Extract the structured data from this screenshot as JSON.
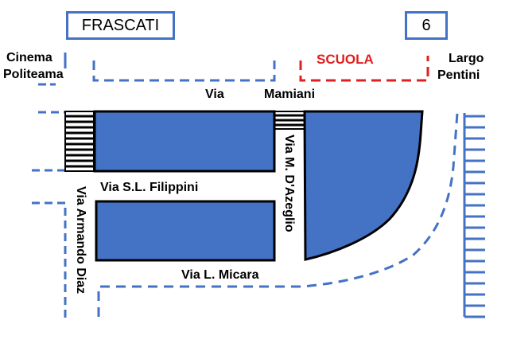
{
  "map": {
    "town_label": "FRASCATI",
    "page_number": "6",
    "places": {
      "cinema_line1": "Cinema",
      "cinema_line2": "Politeama",
      "school": "SCUOLA",
      "largo_line1": "Largo",
      "largo_line2": "Pentini"
    },
    "streets": {
      "via_mamiani_part1": "Via",
      "via_mamiani_part2": "Mamiani",
      "via_filippini": "Via S.L. Filippini",
      "via_micara": "Via L. Micara",
      "via_azeglio": "Via M. D'Azeglio",
      "via_diaz": "Via Armando Diaz"
    },
    "colors": {
      "block_fill": "#4472c4",
      "block_border": "#000000",
      "dashed_line": "#4472c4",
      "school_line": "#e02020"
    }
  }
}
